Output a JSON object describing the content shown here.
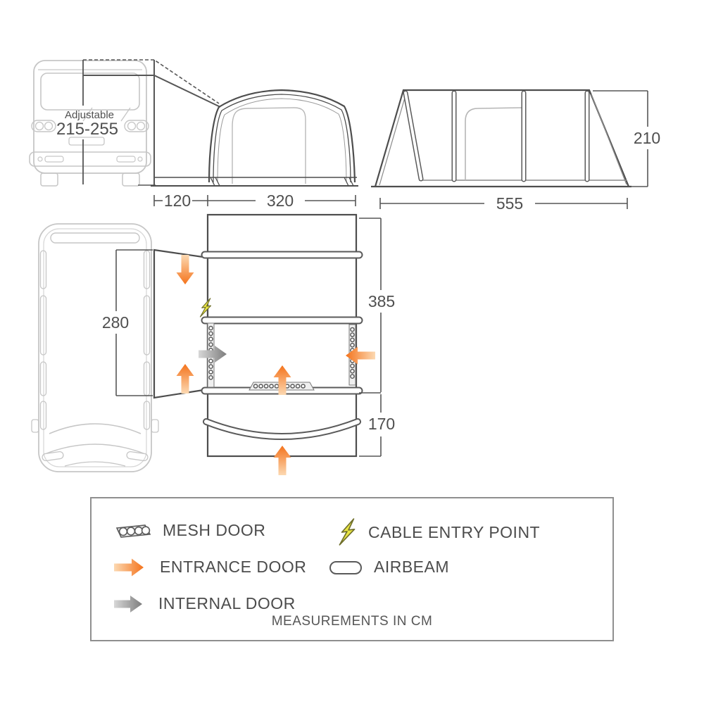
{
  "front_view": {
    "adjustable_label": "Adjustable",
    "adjustable_range": "215-255",
    "tunnel_width": "120",
    "awning_width": "320"
  },
  "side_view": {
    "length": "555",
    "height": "210"
  },
  "plan_view": {
    "van_attachment_height": "280",
    "living_depth": "385",
    "canopy_depth": "170"
  },
  "legend": {
    "items": [
      {
        "icon": "mesh-door-icon",
        "label": "MESH DOOR"
      },
      {
        "icon": "entrance-door-icon",
        "label": "ENTRANCE DOOR"
      },
      {
        "icon": "internal-door-icon",
        "label": "INTERNAL DOOR"
      },
      {
        "icon": "cable-entry-icon",
        "label": "CABLE ENTRY POINT"
      },
      {
        "icon": "airbeam-icon",
        "label": "AIRBEAM"
      }
    ],
    "note": "MEASUREMENTS IN CM"
  },
  "colors": {
    "line_dark": "#4d4d4d",
    "line_van": "#c6c6c6",
    "door_light": "#b5b5b5",
    "orange": "#f4731c",
    "orange_light": "#fcd9b2",
    "gray_arrow": "#7d7d7d",
    "gray_arrow_light": "#d7d7d7",
    "bolt_yellow": "#e9e543",
    "bolt_outline": "#70702c",
    "text": "#4f4f4f"
  }
}
